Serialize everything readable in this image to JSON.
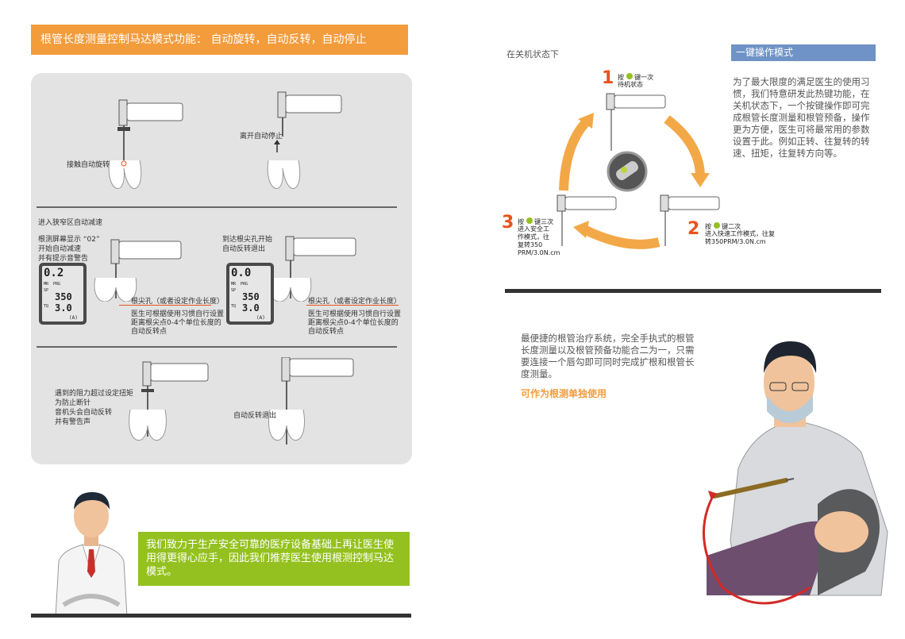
{
  "left": {
    "banner": "根管长度测量控制马达模式功能：  自动旋转，自动反转，自动停止",
    "row1": {
      "label_left": "接触自动旋转",
      "label_right": "离开自动停止"
    },
    "row2": {
      "section_title": "进入狭窄区自动减速",
      "note_left_1": "根测屏幕显示 “02”",
      "note_left_2": "开始自动减速",
      "note_left_3": "并有提示音警告",
      "note_right_1": "到达根尖孔开始",
      "note_right_2": "自动反转退出",
      "apex_label": "根尖孔（或者设定作业长度）",
      "desc_1": "医生可根据使用习惯自行设置",
      "desc_2": "距离根尖点0-4个单位长度的",
      "desc_3": "自动反转点",
      "lcd_left": {
        "top": "0.2",
        "mr": "MR",
        "prg": "PRG",
        "sp": "SP",
        "mid": "350",
        "tq": "TQ",
        "bottom": "3.0",
        "unit": "(A)"
      },
      "lcd_right": {
        "top": "0.0",
        "mr": "MR",
        "prg": "PRG",
        "sp": "SP",
        "mid": "350",
        "tq": "TQ",
        "bottom": "3.0",
        "unit": "(A)"
      }
    },
    "row3": {
      "note_left_1": "遇到的阻力超过设定扭矩",
      "note_left_2": "为防止断针",
      "note_left_3": "音机头会自动反转",
      "note_left_4": "并有警告声",
      "note_right": "自动反转退出"
    },
    "green_text": "我们致力于生产安全可靠的医疗设备基础上再让医生使用得更得心应手，因此我们推荐医生使用根测控制马达模式。"
  },
  "right": {
    "state_title": "在关机状态下",
    "tag": "一键操作模式",
    "intro": "为了最大限度的满足医生的使用习惯，我们特意研发此热键功能，在关机状态下，一个按键操作即可完成根管长度测量和根管预备，操作更为方便，医生可将最常用的参数设置于此。例如正转、往复转的转速、扭矩，往复转方向等。",
    "steps": [
      {
        "num": "1",
        "press": "按",
        "action": "键一次",
        "desc": "待机状态"
      },
      {
        "num": "2",
        "press": "按",
        "action": "键二次",
        "desc": "进入快速工作模式，往复转350PRM/3.0N.cm"
      },
      {
        "num": "3",
        "press": "按",
        "action": "键三次",
        "desc": "进入安全工作模式，往复转350",
        "desc2": "PRM/3.0N.cm"
      }
    ],
    "system_text": "最便捷的根管治疗系统，完全手执式的根管长度测量以及根管预备功能合二为一，只需要连接一个唇勾即可同时完成扩根和根管长度测量。",
    "highlight": "可作为根测单独使用"
  },
  "colors": {
    "orange": "#f39c3c",
    "green": "#94c11f",
    "blue": "#6f93c6",
    "red": "#e8531e",
    "grey_panel": "#e3e3e3"
  }
}
